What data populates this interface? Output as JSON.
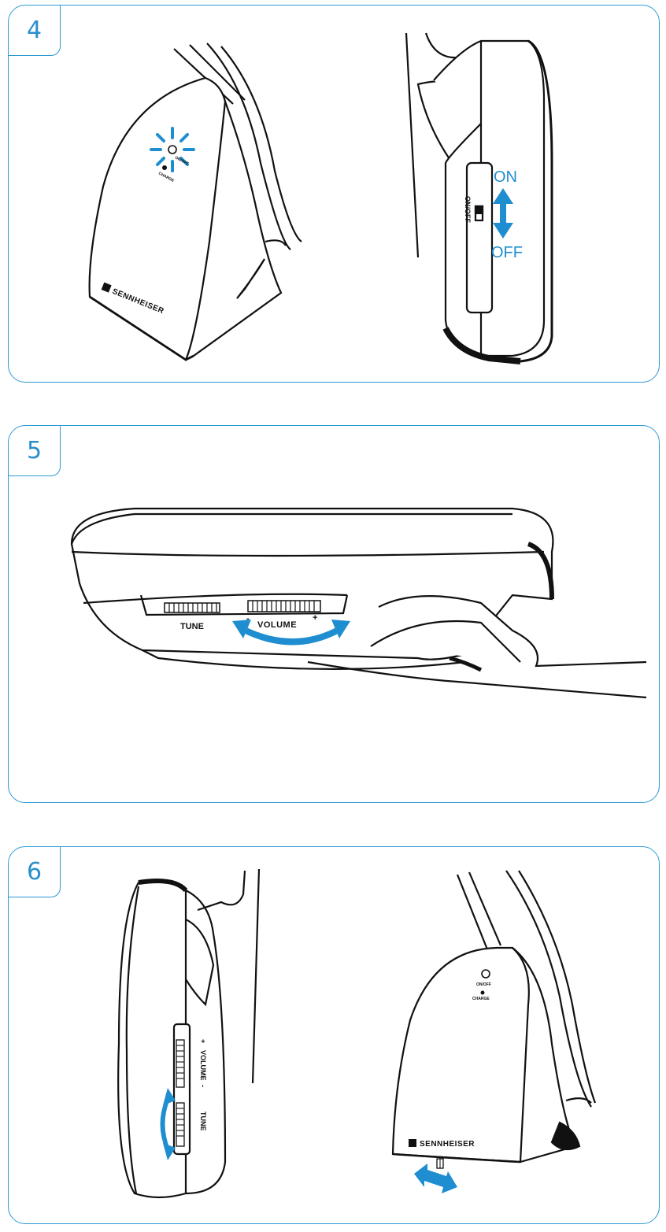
{
  "panels": [
    {
      "step": "4"
    },
    {
      "step": "5"
    },
    {
      "step": "6"
    }
  ],
  "panel4": {
    "left": {
      "brand": "SENNHEISER",
      "on_off_small": "ON/OFF",
      "charge": "CHARGE"
    },
    "right": {
      "switch_label": "ON/OFF",
      "on": "ON",
      "off": "OFF"
    }
  },
  "panel5": {
    "tune": "TUNE",
    "volume": "VOLUME",
    "minus": "-",
    "plus": "+"
  },
  "panel6": {
    "left": {
      "tune": "TUNE",
      "volume": "VOLUME",
      "minus": "-",
      "plus": "+"
    },
    "right": {
      "brand": "SENNHEISER",
      "on_off_small": "ON/OFF",
      "charge": "CHARGE"
    }
  },
  "colors": {
    "accent": "#2d9ad4",
    "arrow": "#1f8ed0",
    "ink": "#111111"
  }
}
